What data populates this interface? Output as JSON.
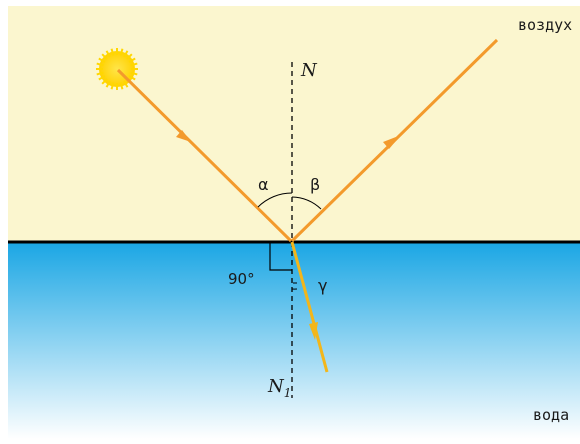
{
  "labels": {
    "air": "воздух",
    "water": "вода",
    "normal_top": "N",
    "normal_bottom": "N",
    "normal_bottom_sub": "1",
    "alpha": "α",
    "beta": "β",
    "gamma": "γ",
    "right_angle": "90°"
  },
  "colors": {
    "air": "#fbf6cf",
    "water_top": "#1aa6e4",
    "water_bottom": "#ffffff",
    "surface": "#000000",
    "ray": "#f39a2c",
    "refracted_ray": "#f3b61a",
    "sun": "#ffd700",
    "normal_line": "#000000"
  },
  "icons": {
    "sun": "sun-icon"
  }
}
